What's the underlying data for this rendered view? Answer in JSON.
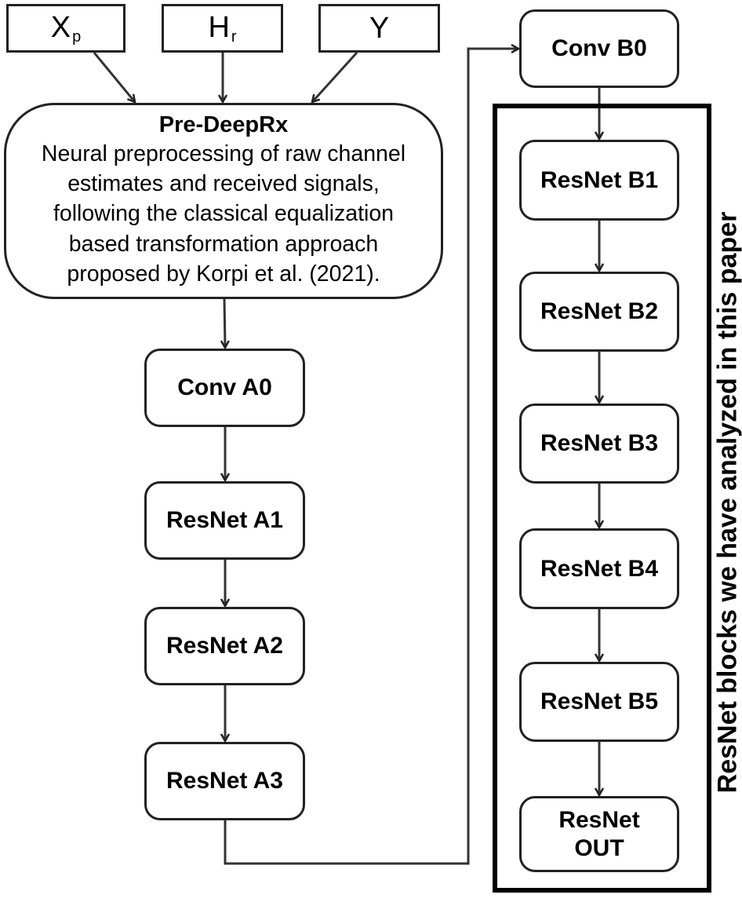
{
  "inputs": {
    "xp": {
      "base": "X",
      "sub": "p"
    },
    "hr": {
      "base": "H",
      "sub": "r"
    },
    "y": {
      "base": "Y",
      "sub": ""
    }
  },
  "pre_deeprx": {
    "title": "Pre-DeepRx",
    "desc": [
      "Neural preprocessing of raw channel",
      "estimates and received signals,",
      "following the classical equalization",
      "based transformation approach",
      "proposed by Korpi et al. (2021)."
    ]
  },
  "column_a": [
    "Conv A0",
    "ResNet A1",
    "ResNet A2",
    "ResNet A3"
  ],
  "column_b": [
    "Conv B0",
    "ResNet B1",
    "ResNet B2",
    "ResNet B3",
    "ResNet B4",
    "ResNet B5"
  ],
  "resnet_out": [
    "ResNet",
    "OUT"
  ],
  "group_label": "ResNet blocks we have analyzed in this paper",
  "colors": {
    "stroke": "#222222",
    "background": "#ffffff",
    "text": "#000000"
  }
}
